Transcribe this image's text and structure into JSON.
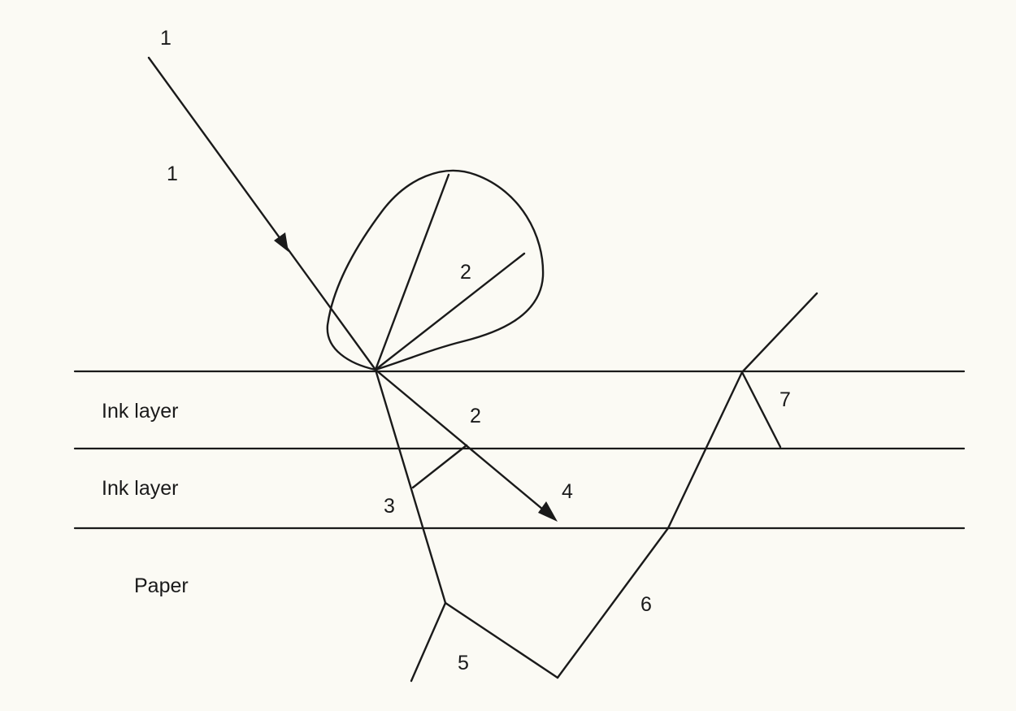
{
  "labels": {
    "ray_1_top": "1",
    "ray_1_mid": "1",
    "surface_scatter": "2",
    "ink_reflection": "2",
    "ink_internal": "3",
    "transmitted": "4",
    "paper_scatter": "5",
    "paper_reflect": "6",
    "exit_reflect": "7"
  },
  "layers": {
    "ink_layer_1": "Ink layer",
    "ink_layer_2": "Ink layer",
    "paper": "Paper"
  },
  "colors": {
    "background": "#fbfaf4",
    "ink": "#1a1a1a"
  }
}
